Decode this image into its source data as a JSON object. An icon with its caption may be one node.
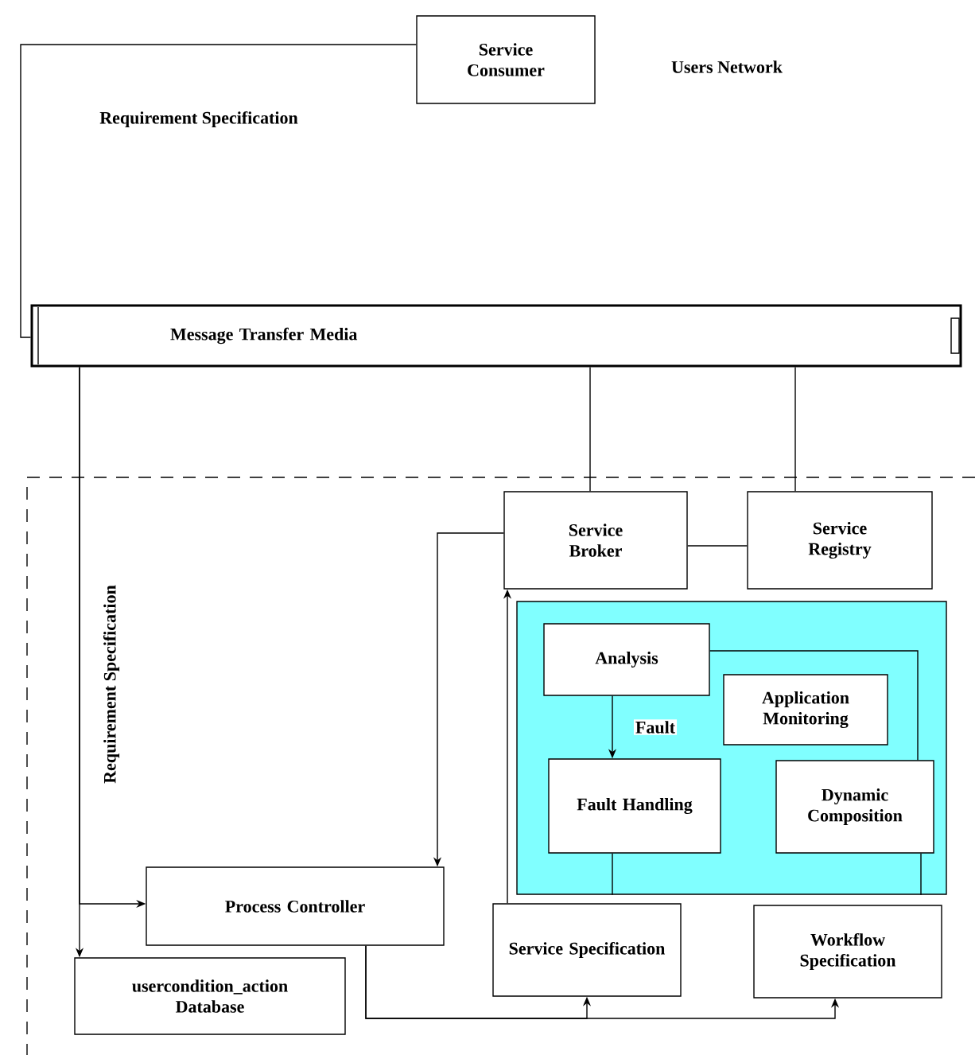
{
  "diagram": {
    "nodes": [
      {
        "text": [
          "Service Consumer"
        ]
      },
      {
        "text": [
          "Message Transfer Media"
        ]
      },
      {
        "text": [
          "Service Broker"
        ]
      },
      {
        "text": [
          "Service Registry"
        ]
      },
      {
        "text": [],
        "shape": "box"
      },
      {
        "text": [
          "Analysis"
        ],
        "in": 4
      },
      {
        "text": [
          "Application Monitoring"
        ],
        "in": 4
      },
      {
        "text": [
          "Fault Handling"
        ],
        "in": 4
      },
      {
        "text": [
          "Dynamic Composition"
        ],
        "in": 4
      },
      {
        "text": [
          "Process Controller"
        ]
      },
      {
        "text": [
          "Service Specification"
        ]
      },
      {
        "text": [
          "Workflow Specification"
        ]
      },
      {
        "text": [
          "usercondition_action Database"
        ]
      }
    ],
    "edges": [
      {
        "from": 0,
        "to": 1,
        "arrow": "none",
        "label": "Requirement Specification"
      },
      {
        "from": 1,
        "to": 12,
        "arrow": "to",
        "label": "Requirement Specification"
      },
      {
        "from": 1,
        "to": 9,
        "arrow": "to"
      },
      {
        "from": 1,
        "to": 2,
        "arrow": "none"
      },
      {
        "from": 1,
        "to": 3,
        "arrow": "none"
      },
      {
        "from": 2,
        "to": 3,
        "arrow": "none"
      },
      {
        "from": 2,
        "to": 9,
        "arrow": "to"
      },
      {
        "from": 10,
        "to": 2,
        "arrow": "to"
      },
      {
        "from": 5,
        "to": 7,
        "arrow": "to",
        "label": "Fault"
      },
      {
        "from": 5,
        "to": 8,
        "arrow": "none"
      },
      {
        "from": 7,
        "to": 4,
        "arrow": "none"
      },
      {
        "from": 8,
        "to": 4,
        "arrow": "none"
      },
      {
        "from": 9,
        "to": 10,
        "arrow": "to"
      },
      {
        "from": 9,
        "to": 11,
        "arrow": "to"
      }
    ],
    "labels": [
      "Users Network"
    ]
  }
}
